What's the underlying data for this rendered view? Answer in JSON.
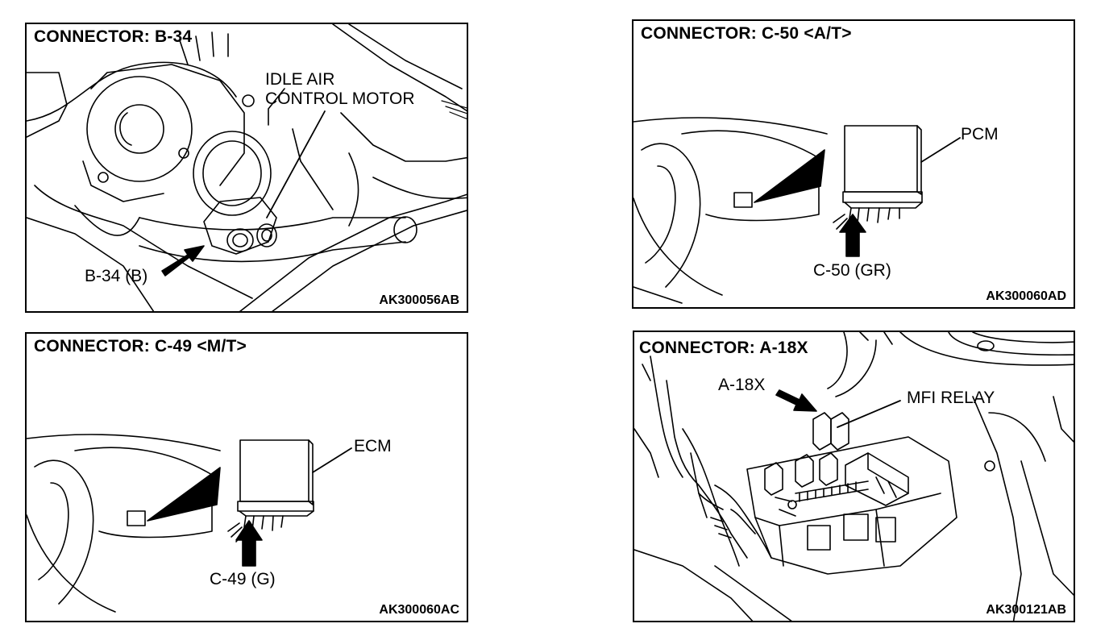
{
  "panels": [
    {
      "title": "CONNECTOR: B-34",
      "code": "AK300056AB",
      "labels": {
        "component_line1": "IDLE AIR",
        "component_line2": "CONTROL MOTOR",
        "connector": "B-34 (B)"
      }
    },
    {
      "title": "CONNECTOR: C-50 <A/T>",
      "code": "AK300060AD",
      "labels": {
        "component": "PCM",
        "connector": "C-50 (GR)"
      }
    },
    {
      "title": "CONNECTOR: C-49 <M/T>",
      "code": "AK300060AC",
      "labels": {
        "component": "ECM",
        "connector": "C-49 (G)"
      }
    },
    {
      "title": "CONNECTOR: A-18X",
      "code": "AK300121AB",
      "labels": {
        "connector": "A-18X",
        "component": "MFI RELAY"
      }
    }
  ]
}
